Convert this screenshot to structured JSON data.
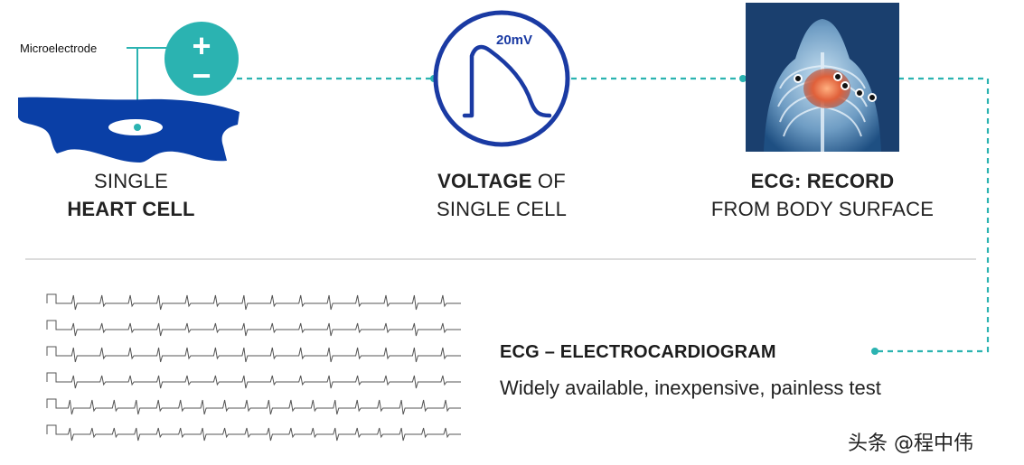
{
  "electrode": {
    "label": "Microelectrode",
    "plus": "+",
    "minus": "−"
  },
  "captions": {
    "cell": {
      "line1": "SINGLE",
      "line2": "HEART CELL"
    },
    "voltage": {
      "bold": "VOLTAGE",
      "rest": " OF",
      "line2": "SINGLE CELL"
    },
    "ecg": {
      "line1": "ECG: RECORD",
      "line2": "FROM BODY SURFACE"
    }
  },
  "voltage_scale": "20mV",
  "ecg_title": "ECG – ELECTROCARDIOGRAM",
  "ecg_subtitle": "Widely available, inexpensive, painless test",
  "watermark": "头条 @程中伟",
  "colors": {
    "accent": "#2bb3b1",
    "navy": "#1a3aa3",
    "cell_blue": "#0a3fa6",
    "divider": "#c8c8c8"
  },
  "icons": [
    "heart-cell",
    "electrode-sign",
    "action-potential",
    "chest-xray"
  ]
}
